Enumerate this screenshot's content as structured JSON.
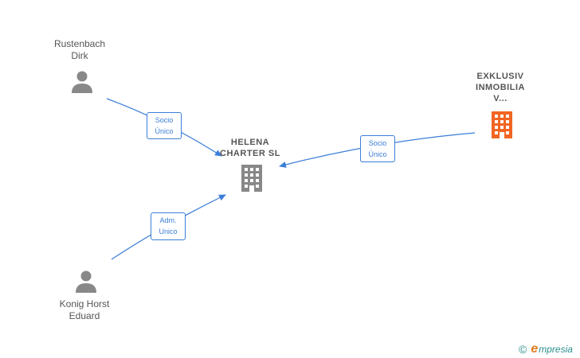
{
  "nodes": {
    "rustenbach": {
      "line1": "Rustenbach",
      "line2": "Dirk",
      "kind": "person",
      "color": "#888888"
    },
    "konig": {
      "line1": "Konig Horst",
      "line2": "Eduard",
      "kind": "person",
      "color": "#888888"
    },
    "helena": {
      "line1": "HELENA",
      "line2": "CHARTER  SL",
      "kind": "company",
      "color": "#888888"
    },
    "exklusiv": {
      "line1": "EXKLUSIV",
      "line2": "INMOBILIA",
      "line3": "V...",
      "kind": "company",
      "color": "#f26522"
    }
  },
  "edges": {
    "rustenbach_helena": {
      "line1": "Socio",
      "line2": "Único"
    },
    "exklusiv_helena": {
      "line1": "Socio",
      "line2": "Único"
    },
    "konig_helena": {
      "line1": "Adm.",
      "line2": "Unico"
    }
  },
  "colors": {
    "edge": "#3b7dd8",
    "label_text": "#555555",
    "brand": "#2c8e8e",
    "brand_accent": "#e07b1f"
  },
  "footer": {
    "copyright": "©",
    "brand_initial": "e",
    "brand_rest": "mpresia"
  }
}
